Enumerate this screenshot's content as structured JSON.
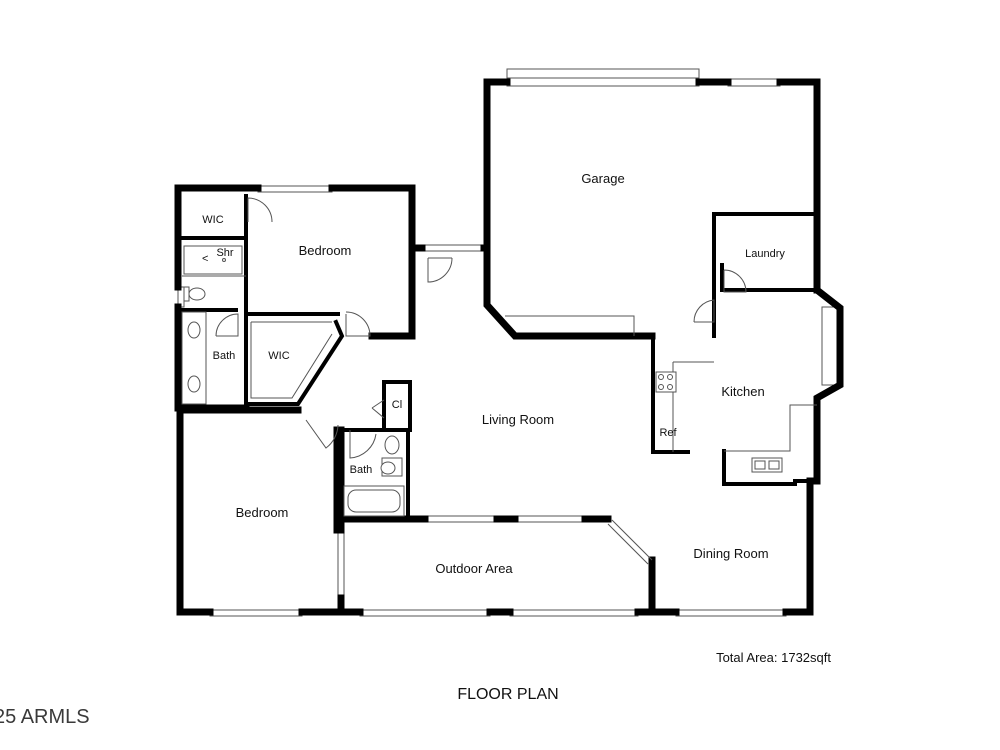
{
  "rooms": {
    "garage": "Garage",
    "laundry": "Laundry",
    "kitchen": "Kitchen",
    "ref": "Ref",
    "living_room": "Living Room",
    "dining_room": "Dining Room",
    "outdoor_area": "Outdoor Area",
    "bedroom_primary": "Bedroom",
    "bedroom_secondary": "Bedroom",
    "wic_primary": "WIC",
    "wic_secondary": "WIC",
    "shower": "Shr",
    "bath_primary": "Bath",
    "bath_hall": "Bath",
    "closet": "Cl"
  },
  "total_area": "Total Area: 1732sqft",
  "title": "FLOOR PLAN",
  "watermark": "25 ARMLS"
}
